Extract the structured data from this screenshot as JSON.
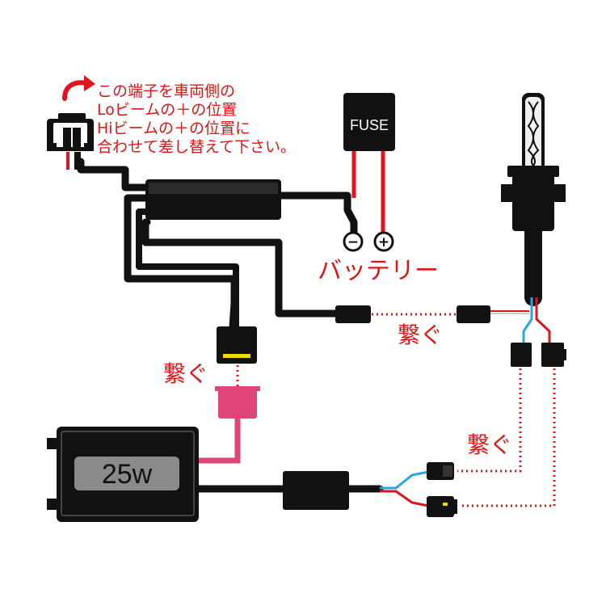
{
  "instruction": {
    "lines": [
      "この端子を車両側の",
      "Loビームの＋の位置",
      "Hiビームの＋の位置に",
      "合わせて差し替えて下さい。"
    ]
  },
  "fuse_label": "FUSE",
  "battery": {
    "label": "バッテリー",
    "minus": "−",
    "plus": "+"
  },
  "ballast_label": "25w",
  "connect_labels": {
    "center": "繋ぐ",
    "left": "繋ぐ",
    "right": "繋ぐ"
  },
  "colors": {
    "wire": "#111111",
    "red_wire": "#e0141e",
    "blue_wire": "#2aa6e0",
    "dotted": "#e01515",
    "pink_connector": "#e0457a",
    "yellow_band": "#f2d600",
    "label_red": "#e01515",
    "ballast_panel": "#8a8a8a"
  }
}
